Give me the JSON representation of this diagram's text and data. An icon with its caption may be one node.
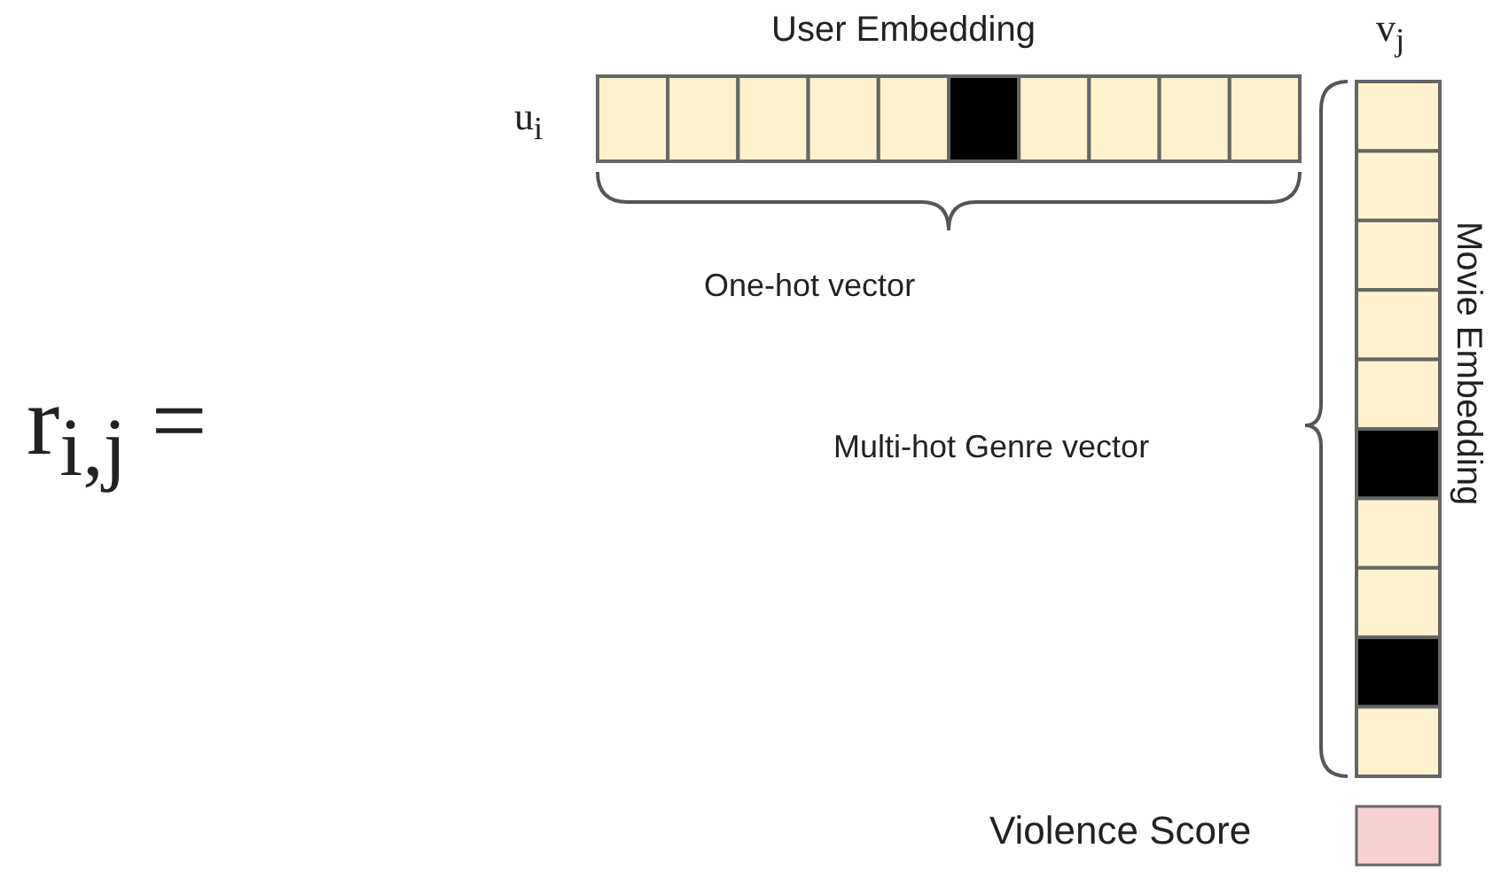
{
  "diagram": {
    "labels": [
      "User Embedding",
      "v$_{j}$",
      "u$_{i}$",
      "One-hot vector",
      "Movie Embedding",
      "r$_{i,j}$ =",
      "Multi-hot Genre vector",
      "Violence Score"
    ]
  }
}
